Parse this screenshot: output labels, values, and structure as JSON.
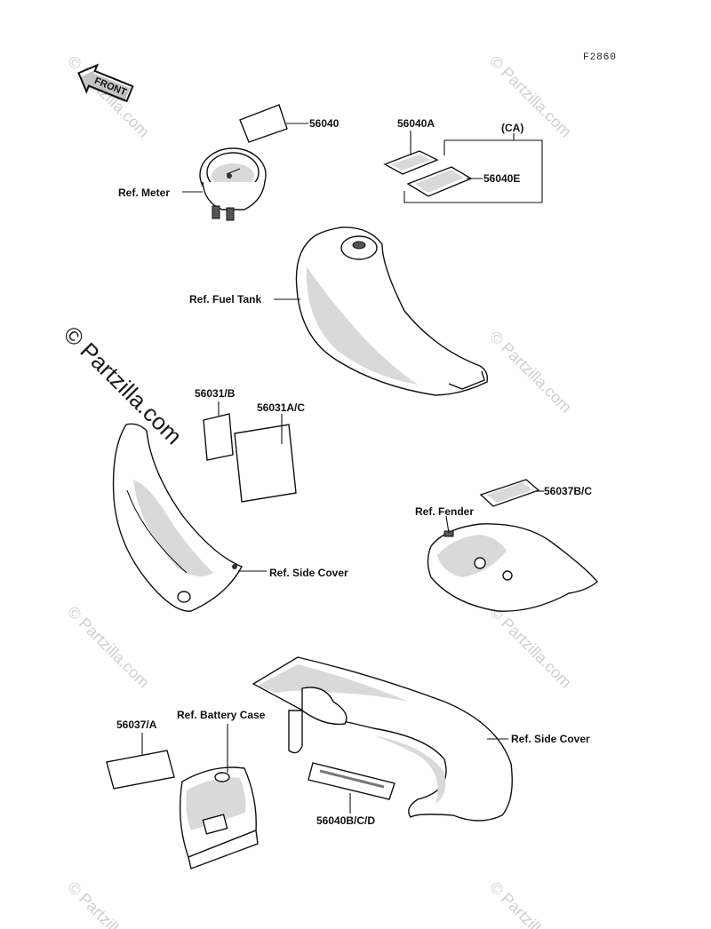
{
  "figure_code": "F2860",
  "arrow_text": "FRONT",
  "watermark": {
    "main": "© Partzilla.com",
    "small": "© Partzilla.com"
  },
  "parts": {
    "p56040": "56040",
    "p56040A": "56040A",
    "ca": "(CA)",
    "p56040E": "56040E",
    "p56031B": "56031/B",
    "p56031AC": "56031A/C",
    "p56037BC": "56037B/C",
    "p56037A": "56037/A",
    "p56040BCD": "56040B/C/D"
  },
  "refs": {
    "meter": "Ref. Meter",
    "fuel_tank": "Ref. Fuel Tank",
    "side_cover_left": "Ref. Side Cover",
    "fender": "Ref. Fender",
    "battery_case": "Ref. Battery Case",
    "side_cover_right": "Ref. Side Cover"
  }
}
